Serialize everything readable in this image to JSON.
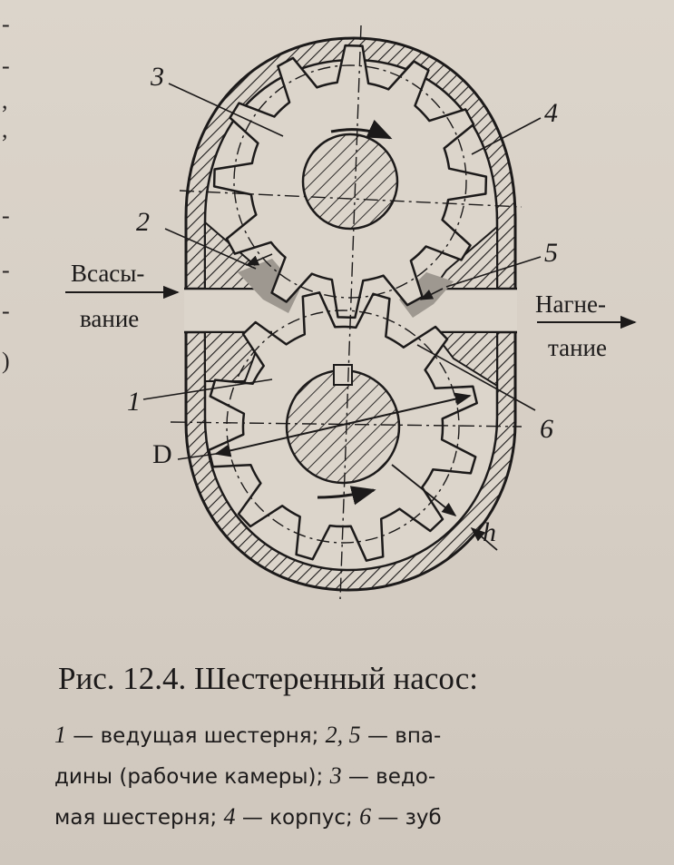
{
  "labels": {
    "n1": "1",
    "n2": "2",
    "n3": "3",
    "n4": "4",
    "n5": "5",
    "n6": "6",
    "D": "D",
    "h": "h",
    "suction_1": "Всасы-",
    "suction_2": "вание",
    "discharge_1": "Нагне-",
    "discharge_2": "тание"
  },
  "caption": {
    "title": "Рис. 12.4. Шестеренный насос:",
    "lines": [
      [
        "1",
        " — ведущая шестерня; ",
        "2, 5",
        " — впа-"
      ],
      [
        "",
        "дины (рабочие камеры); ",
        "3",
        " — ведо-"
      ],
      [
        "",
        "мая шестерня; ",
        "4",
        " — корпус; ",
        "6",
        " — зуб"
      ]
    ]
  },
  "margin_marks": [
    "-",
    "-",
    ",",
    ",",
    "-",
    "-",
    "-",
    ")"
  ]
}
